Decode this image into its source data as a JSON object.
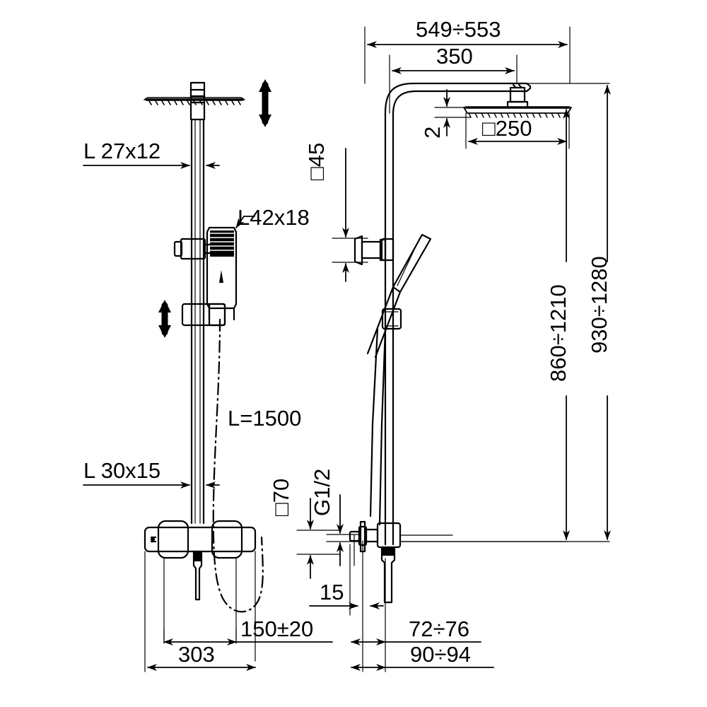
{
  "drawing": {
    "title": "Shower column technical dimension drawing",
    "units": "mm",
    "line_color": "#000000",
    "background_color": "#ffffff",
    "views": [
      {
        "name": "front-view",
        "label": ""
      },
      {
        "name": "side-view",
        "label": ""
      }
    ]
  },
  "dimensions": {
    "head_travel_27x12": "L  27x12",
    "hand_shower_42x18": "L42x18",
    "slide_bar_30x15": "L  30x15",
    "hose_length": "L=1500",
    "outlet_spacing": "150±20",
    "mixer_width": "303",
    "arm_total_reach": "549÷553",
    "arm_reach": "350",
    "head_size": "□250",
    "head_thickness": "2",
    "bracket_size": "□45",
    "height_860_1210": "860÷1210",
    "height_930_1280": "930÷1280",
    "body_depth_70": "□70",
    "thread": "G1/2",
    "wall_offset_15": "15",
    "depth_72_76": "72÷76",
    "depth_90_94": "90÷94"
  }
}
